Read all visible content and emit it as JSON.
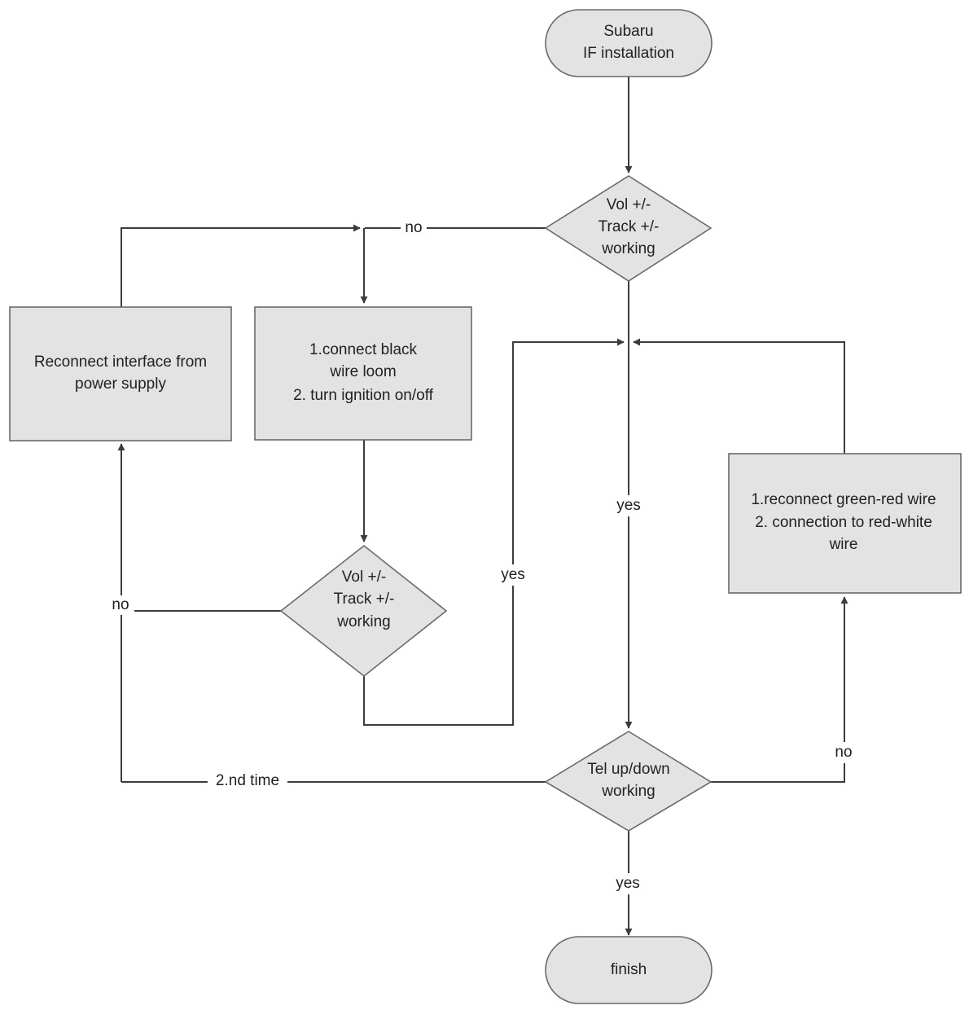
{
  "nodes": {
    "start": {
      "lines": [
        "Subaru",
        "IF installation"
      ]
    },
    "decision_vol_track_1": {
      "lines": [
        "Vol +/-",
        "Track +/-",
        "working"
      ]
    },
    "reconnect_interface": {
      "lines": [
        "Reconnect interface from",
        "power supply"
      ]
    },
    "connect_black_wire": {
      "lines": [
        "1.connect black",
        "wire loom",
        "2. turn ignition on/off"
      ]
    },
    "decision_vol_track_2": {
      "lines": [
        "Vol +/-",
        "Track +/-",
        "working"
      ]
    },
    "reconnect_green_red": {
      "lines": [
        "1.reconnect green-red wire",
        "2. connection to red-white",
        "wire"
      ]
    },
    "decision_tel": {
      "lines": [
        "Tel up/down",
        "working"
      ]
    },
    "finish": {
      "lines": [
        "finish"
      ]
    }
  },
  "edge_labels": {
    "top_no": "no",
    "top_yes": "yes",
    "middle_yes": "yes",
    "middle_no": "no",
    "right_no": "no",
    "second_time": "2.nd time",
    "bottom_yes": "yes"
  }
}
